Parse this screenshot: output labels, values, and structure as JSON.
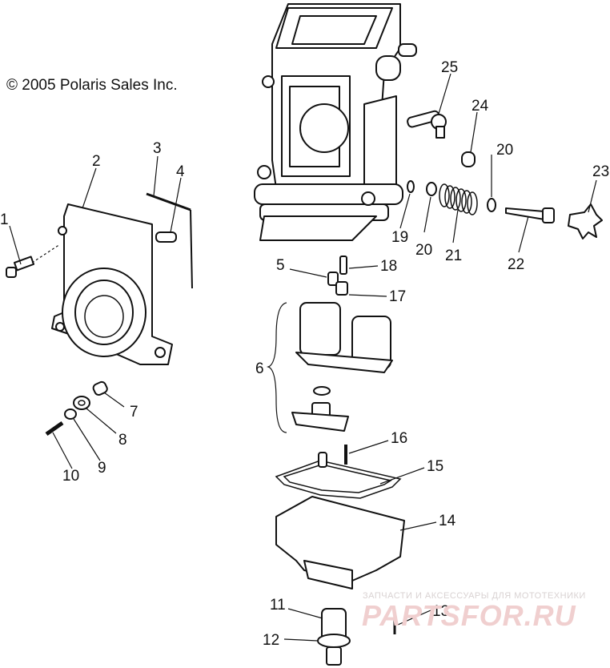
{
  "copyright": "© 2005 Polaris Sales Inc.",
  "watermark": {
    "tagline": "ЗАПЧАСТИ И АКСЕССУАРЫ ДЛЯ МОТОТЕХНИКИ",
    "logo": "PARTSFOR.RU"
  },
  "callouts": [
    "1",
    "2",
    "3",
    "4",
    "5",
    "6",
    "7",
    "8",
    "9",
    "10",
    "11",
    "12",
    "13",
    "14",
    "15",
    "16",
    "17",
    "18",
    "19",
    "20",
    "20",
    "21",
    "22",
    "23",
    "24",
    "25"
  ]
}
